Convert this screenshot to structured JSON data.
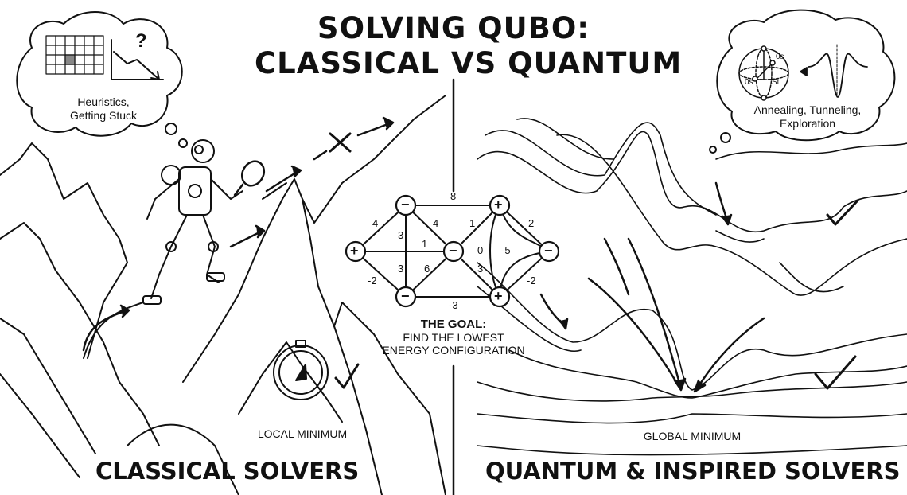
{
  "title": {
    "line1": "SOLVING QUBO:",
    "line2": "CLASSICAL VS QUANTUM"
  },
  "left_panel": {
    "heading": "CLASSICAL SOLVERS",
    "thought_bubble": {
      "line1": "Heuristics,",
      "line2": "Getting Stuck",
      "icons": [
        "grid-matrix-icon",
        "descending-arrow-chart-icon",
        "question-mark-icon"
      ]
    },
    "label": "LOCAL MINIMUM",
    "icons": [
      "robot-climber-icon",
      "magnifying-glass-icon",
      "compass-icon",
      "checkmark-icon",
      "x-mark-icon"
    ]
  },
  "right_panel": {
    "heading": "QUANTUM & INSPIRED SOLVERS",
    "thought_bubble": {
      "line1": "Annealing, Tunneling,",
      "line2": "Exploration",
      "sphere_labels": [
        "0s",
        "0s",
        "St"
      ]
    },
    "label": "GLOBAL MINIMUM",
    "icons": [
      "bloch-sphere-icon",
      "wave-packet-icon",
      "checkmark-icon"
    ]
  },
  "graph": {
    "nodes": [
      {
        "id": "a",
        "sign": "+"
      },
      {
        "id": "b",
        "sign": "−"
      },
      {
        "id": "c",
        "sign": "−"
      },
      {
        "id": "d",
        "sign": "−"
      },
      {
        "id": "e",
        "sign": "+"
      },
      {
        "id": "f",
        "sign": "+"
      },
      {
        "id": "g",
        "sign": "−"
      }
    ],
    "edges": [
      {
        "from": "a",
        "to": "b",
        "weight": "4"
      },
      {
        "from": "a",
        "to": "c",
        "weight": "-2"
      },
      {
        "from": "a",
        "to": "d",
        "weight": "1"
      },
      {
        "from": "b",
        "to": "c",
        "weight": "3"
      },
      {
        "from": "b",
        "to": "c",
        "weight": "3"
      },
      {
        "from": "b",
        "to": "d",
        "weight": "4"
      },
      {
        "from": "c",
        "to": "d",
        "weight": "6"
      },
      {
        "from": "b",
        "to": "e",
        "weight": "8"
      },
      {
        "from": "c",
        "to": "f",
        "weight": "-3"
      },
      {
        "from": "d",
        "to": "e",
        "weight": "1"
      },
      {
        "from": "d",
        "to": "f",
        "weight": "3"
      },
      {
        "from": "e",
        "to": "f",
        "weight": "0"
      },
      {
        "from": "e",
        "to": "g",
        "weight": "2"
      },
      {
        "from": "f",
        "to": "g",
        "weight": "-2"
      },
      {
        "from": "e",
        "to": "g",
        "weight": "-5"
      }
    ]
  },
  "goal": {
    "line1": "THE GOAL:",
    "line2": "FIND THE LOWEST",
    "line3": "ENERGY CONFIGURATION"
  }
}
